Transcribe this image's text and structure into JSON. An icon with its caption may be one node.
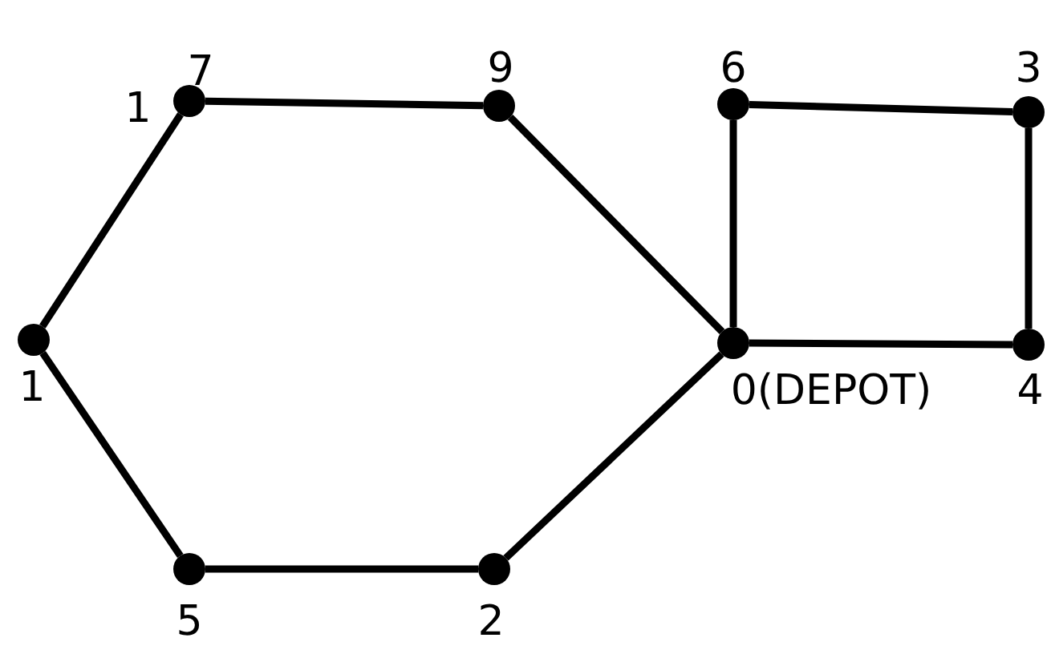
{
  "diagram": {
    "nodes": [
      {
        "text": [],
        "shape": "circle",
        "beside": [
          "7",
          "1"
        ]
      },
      {
        "text": [],
        "shape": "circle",
        "beside": [
          "9"
        ]
      },
      {
        "text": [],
        "shape": "circle",
        "beside": [
          "6"
        ]
      },
      {
        "text": [],
        "shape": "circle",
        "beside": [
          "3"
        ]
      },
      {
        "text": [],
        "shape": "circle",
        "beside": [
          "1"
        ]
      },
      {
        "text": [],
        "shape": "circle",
        "beside": [
          "0(DEPOT)"
        ]
      },
      {
        "text": [],
        "shape": "circle",
        "beside": [
          "4"
        ]
      },
      {
        "text": [],
        "shape": "circle",
        "beside": [
          "5"
        ]
      },
      {
        "text": [],
        "shape": "circle",
        "beside": [
          "2"
        ]
      }
    ],
    "edges": [
      {
        "from": 0,
        "to": 1,
        "arrow": "none"
      },
      {
        "from": 1,
        "to": 5,
        "arrow": "none"
      },
      {
        "from": 5,
        "to": 8,
        "arrow": "none"
      },
      {
        "from": 8,
        "to": 7,
        "arrow": "none"
      },
      {
        "from": 7,
        "to": 4,
        "arrow": "none"
      },
      {
        "from": 4,
        "to": 0,
        "arrow": "none"
      },
      {
        "from": 5,
        "to": 2,
        "arrow": "none"
      },
      {
        "from": 2,
        "to": 3,
        "arrow": "none"
      },
      {
        "from": 3,
        "to": 6,
        "arrow": "none"
      },
      {
        "from": 6,
        "to": 5,
        "arrow": "none"
      }
    ]
  }
}
